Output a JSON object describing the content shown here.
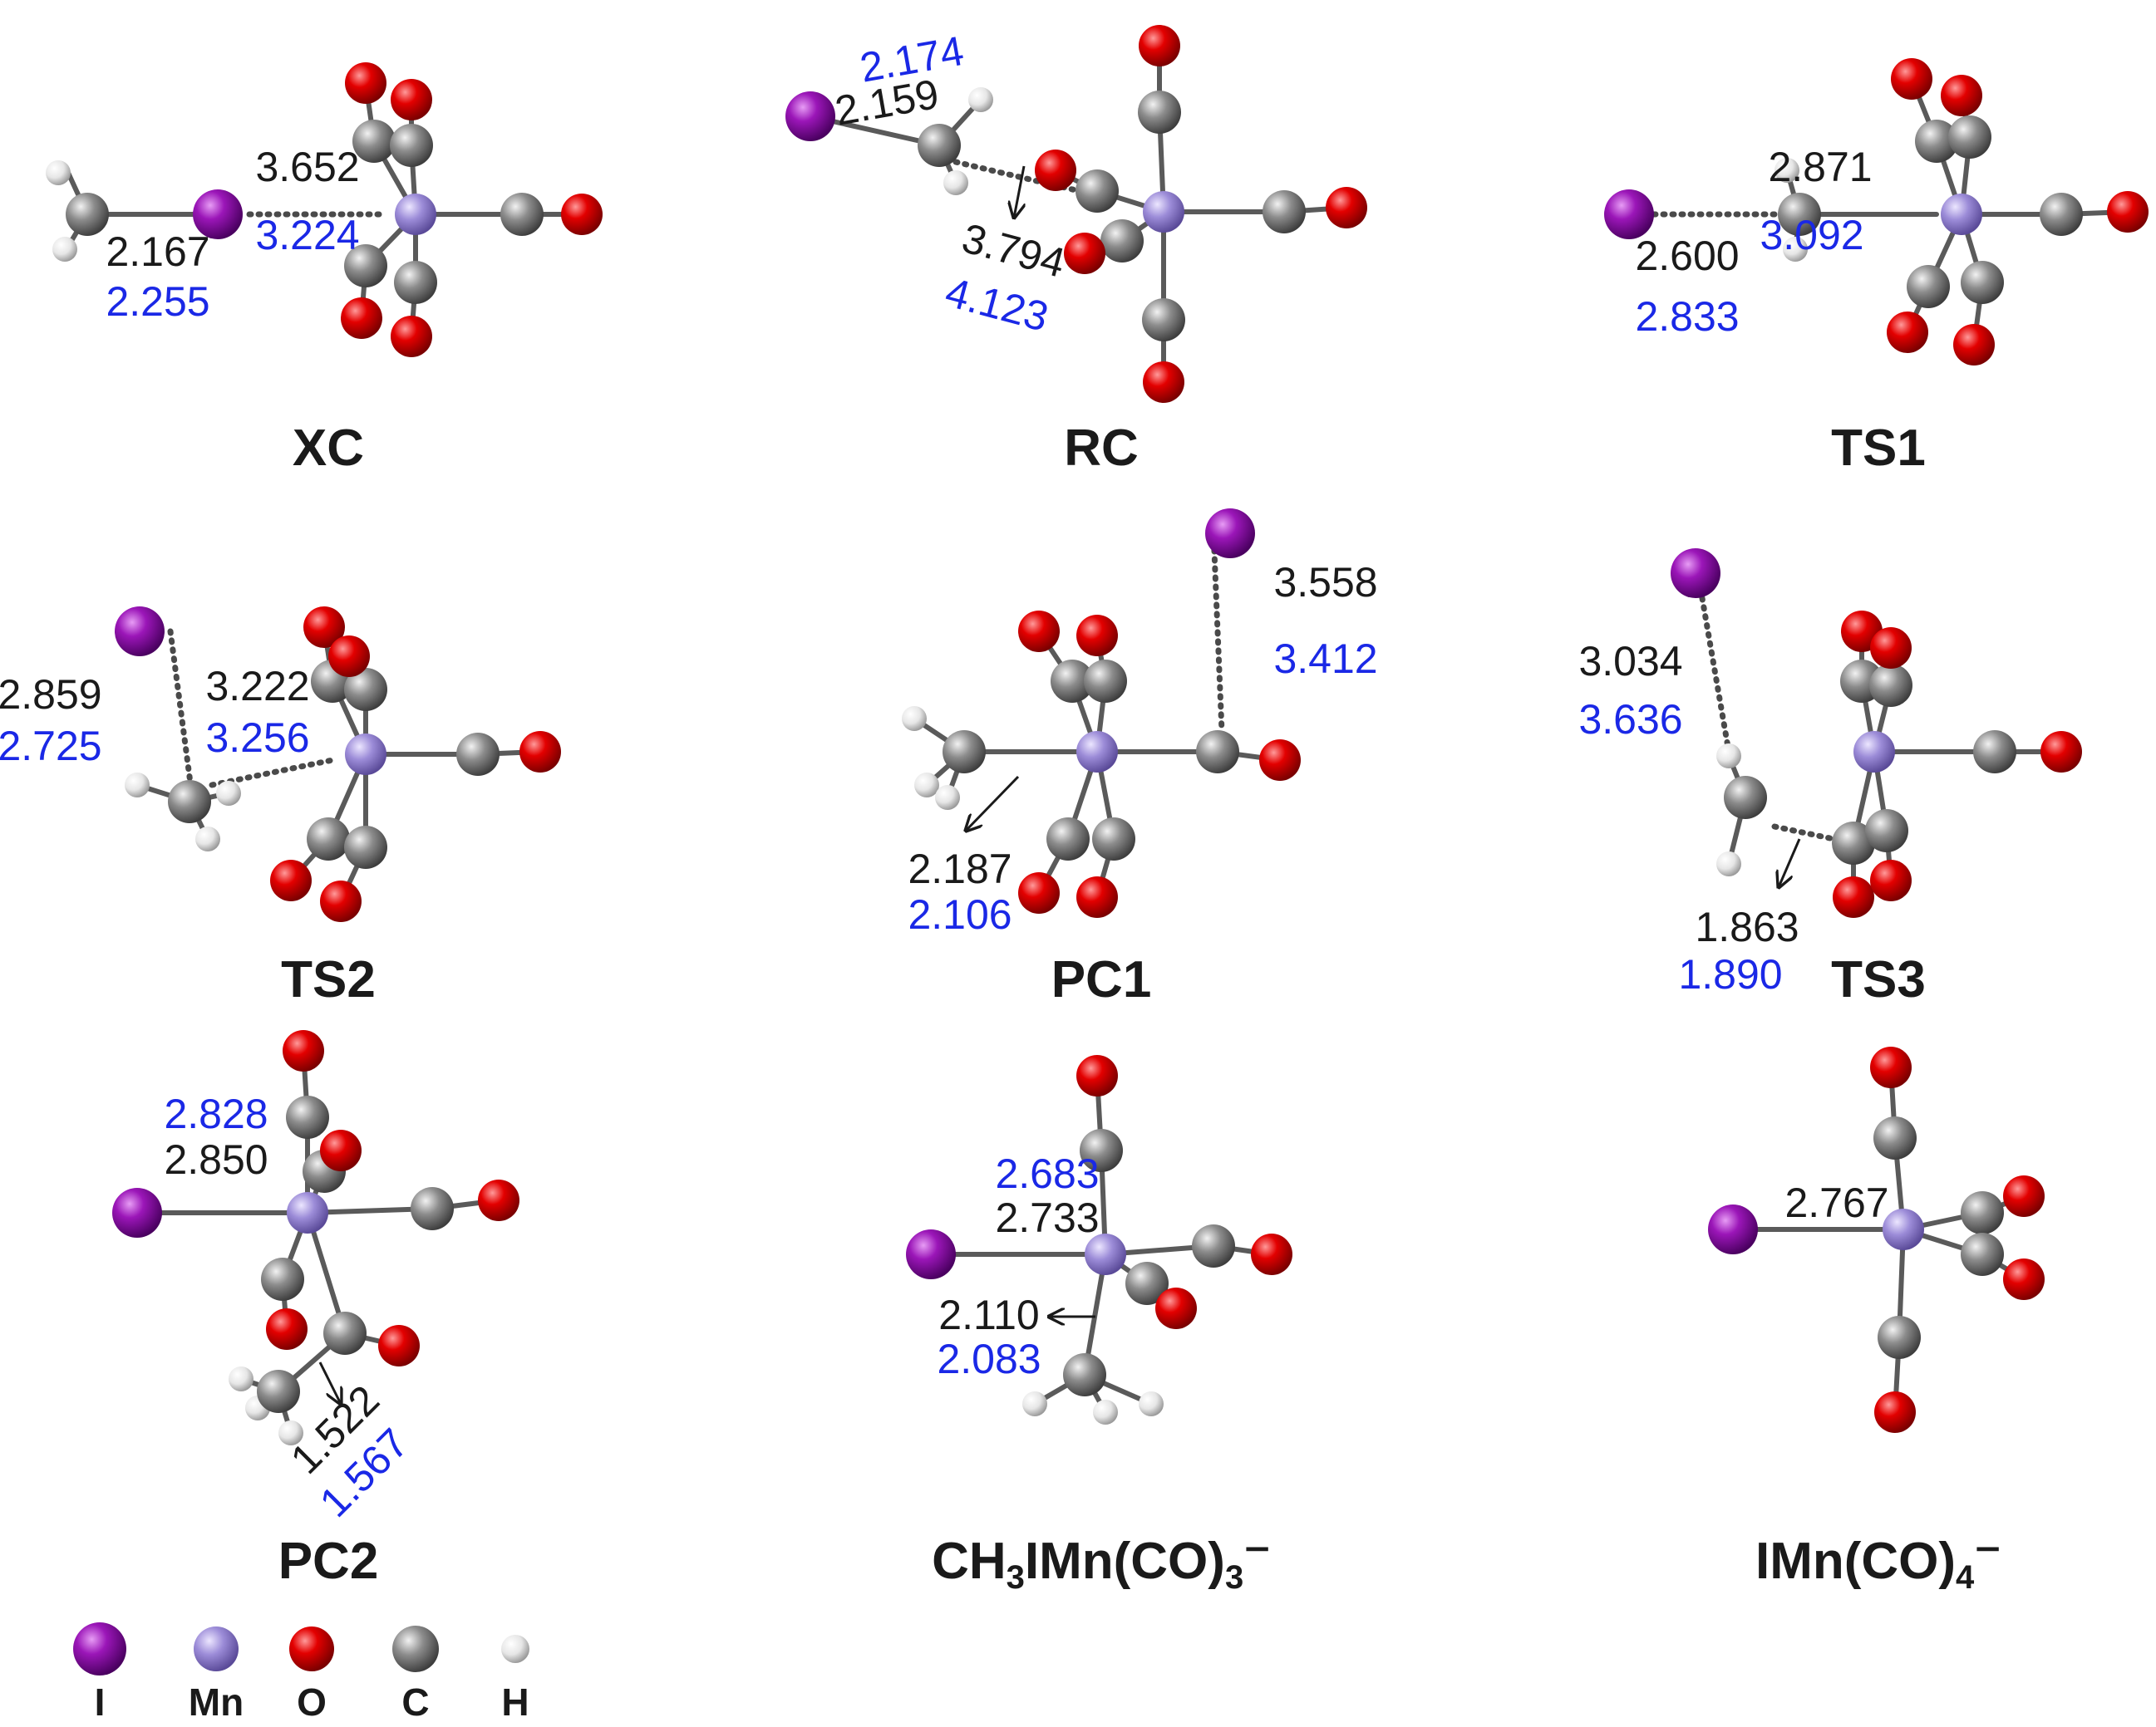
{
  "colors": {
    "I": "#8b10a8",
    "Mn": "#9a88d6",
    "O": "#e30000",
    "C": "#8a8a8a",
    "H": "#eeeeee",
    "label_black": "#1a1a1a",
    "label_blue": "#1a28e6"
  },
  "legend": [
    {
      "element": "I",
      "label": "I"
    },
    {
      "element": "Mn",
      "label": "Mn"
    },
    {
      "element": "O",
      "label": "O"
    },
    {
      "element": "C",
      "label": "C"
    },
    {
      "element": "H",
      "label": "H"
    }
  ],
  "structures": [
    {
      "id": "xc",
      "name": "XC",
      "values": [
        {
          "id": "xc-i-mn",
          "text": "3.652",
          "series": "black"
        },
        {
          "id": "xc-i-mn-b",
          "text": "3.224",
          "series": "blue"
        },
        {
          "id": "xc-c-i",
          "text": "2.167",
          "series": "black"
        },
        {
          "id": "xc-c-i-b",
          "text": "2.255",
          "series": "blue"
        }
      ]
    },
    {
      "id": "rc",
      "name": "RC",
      "values": [
        {
          "id": "rc-c-i-b",
          "text": "2.174",
          "series": "blue"
        },
        {
          "id": "rc-c-i",
          "text": "2.159",
          "series": "black"
        },
        {
          "id": "rc-c-o",
          "text": "3.794",
          "series": "black"
        },
        {
          "id": "rc-c-o-b",
          "text": "4.123",
          "series": "blue"
        }
      ]
    },
    {
      "id": "ts1",
      "name": "TS1",
      "values": [
        {
          "id": "ts1-c-mn",
          "text": "2.871",
          "series": "black"
        },
        {
          "id": "ts1-c-mn-b",
          "text": "3.092",
          "series": "blue"
        },
        {
          "id": "ts1-c-i",
          "text": "2.600",
          "series": "black"
        },
        {
          "id": "ts1-c-i-b",
          "text": "2.833",
          "series": "blue"
        }
      ]
    },
    {
      "id": "ts2",
      "name": "TS2",
      "values": [
        {
          "id": "ts2-c-i",
          "text": "2.859",
          "series": "black"
        },
        {
          "id": "ts2-c-i-b",
          "text": "2.725",
          "series": "blue"
        },
        {
          "id": "ts2-c-mn",
          "text": "3.222",
          "series": "black"
        },
        {
          "id": "ts2-c-mn-b",
          "text": "3.256",
          "series": "blue"
        }
      ]
    },
    {
      "id": "pc1",
      "name": "PC1",
      "values": [
        {
          "id": "pc1-i-c",
          "text": "3.558",
          "series": "black"
        },
        {
          "id": "pc1-i-c-b",
          "text": "3.412",
          "series": "blue"
        },
        {
          "id": "pc1-c-mn",
          "text": "2.187",
          "series": "black"
        },
        {
          "id": "pc1-c-mn-b",
          "text": "2.106",
          "series": "blue"
        }
      ]
    },
    {
      "id": "ts3",
      "name": "TS3",
      "values": [
        {
          "id": "ts3-i-h",
          "text": "3.034",
          "series": "black"
        },
        {
          "id": "ts3-i-h-b",
          "text": "3.636",
          "series": "blue"
        },
        {
          "id": "ts3-c-c",
          "text": "1.863",
          "series": "black"
        },
        {
          "id": "ts3-c-c-b",
          "text": "1.890",
          "series": "blue"
        }
      ]
    },
    {
      "id": "pc2",
      "name": "PC2",
      "values": [
        {
          "id": "pc2-i-mn-b",
          "text": "2.828",
          "series": "blue"
        },
        {
          "id": "pc2-i-mn",
          "text": "2.850",
          "series": "black"
        },
        {
          "id": "pc2-c-c",
          "text": "1.522",
          "series": "black"
        },
        {
          "id": "pc2-c-c-b",
          "text": "1.567",
          "series": "blue"
        }
      ]
    },
    {
      "id": "ch3imn",
      "name_parts": [
        "CH",
        "3",
        "IMn(CO)",
        "3",
        "⁻"
      ],
      "values": [
        {
          "id": "ch3-i-mn-b",
          "text": "2.683",
          "series": "blue"
        },
        {
          "id": "ch3-i-mn",
          "text": "2.733",
          "series": "black"
        },
        {
          "id": "ch3-c-mn",
          "text": "2.110",
          "series": "black"
        },
        {
          "id": "ch3-c-mn-b",
          "text": "2.083",
          "series": "blue"
        }
      ]
    },
    {
      "id": "imnco4",
      "name_parts": [
        "IMn(CO)",
        "4",
        "⁻"
      ],
      "values": [
        {
          "id": "imn-i-mn",
          "text": "2.767",
          "series": "black"
        }
      ]
    }
  ]
}
